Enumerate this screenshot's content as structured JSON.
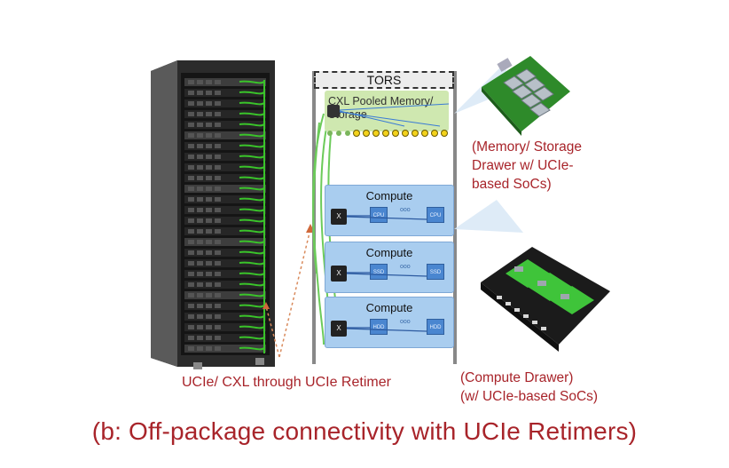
{
  "diagram": {
    "tors_label": "TORS",
    "memory_label": "CXL Pooled Memory/ Storage",
    "compute_blocks": [
      {
        "title": "Compute",
        "chip_label": "CPU",
        "end_label": "CPU",
        "x_label": "X",
        "dots": "ooo"
      },
      {
        "title": "Compute",
        "chip_label": "SSD",
        "end_label": "SSD",
        "x_label": "X",
        "dots": "ooo"
      },
      {
        "title": "Compute",
        "chip_label": "HDD",
        "end_label": "HDD",
        "x_label": "X",
        "dots": "ooo"
      }
    ],
    "memory_drawer_label": [
      "(Memory/ Storage",
      "Drawer w/ UCIe-",
      "based SoCs)"
    ],
    "compute_drawer_label": [
      "(Compute Drawer)",
      "(w/ UCIe-based SoCs)"
    ],
    "retimer_label": "UCIe/ CXL through UCIe Retimer",
    "caption": "(b: Off-package connectivity with UCIe Retimers)"
  },
  "colors": {
    "accent_red": "#a8242a",
    "green": "#3ac42a",
    "compute_blue": "#a9cdef",
    "memory_green": "#cfe8b0"
  }
}
